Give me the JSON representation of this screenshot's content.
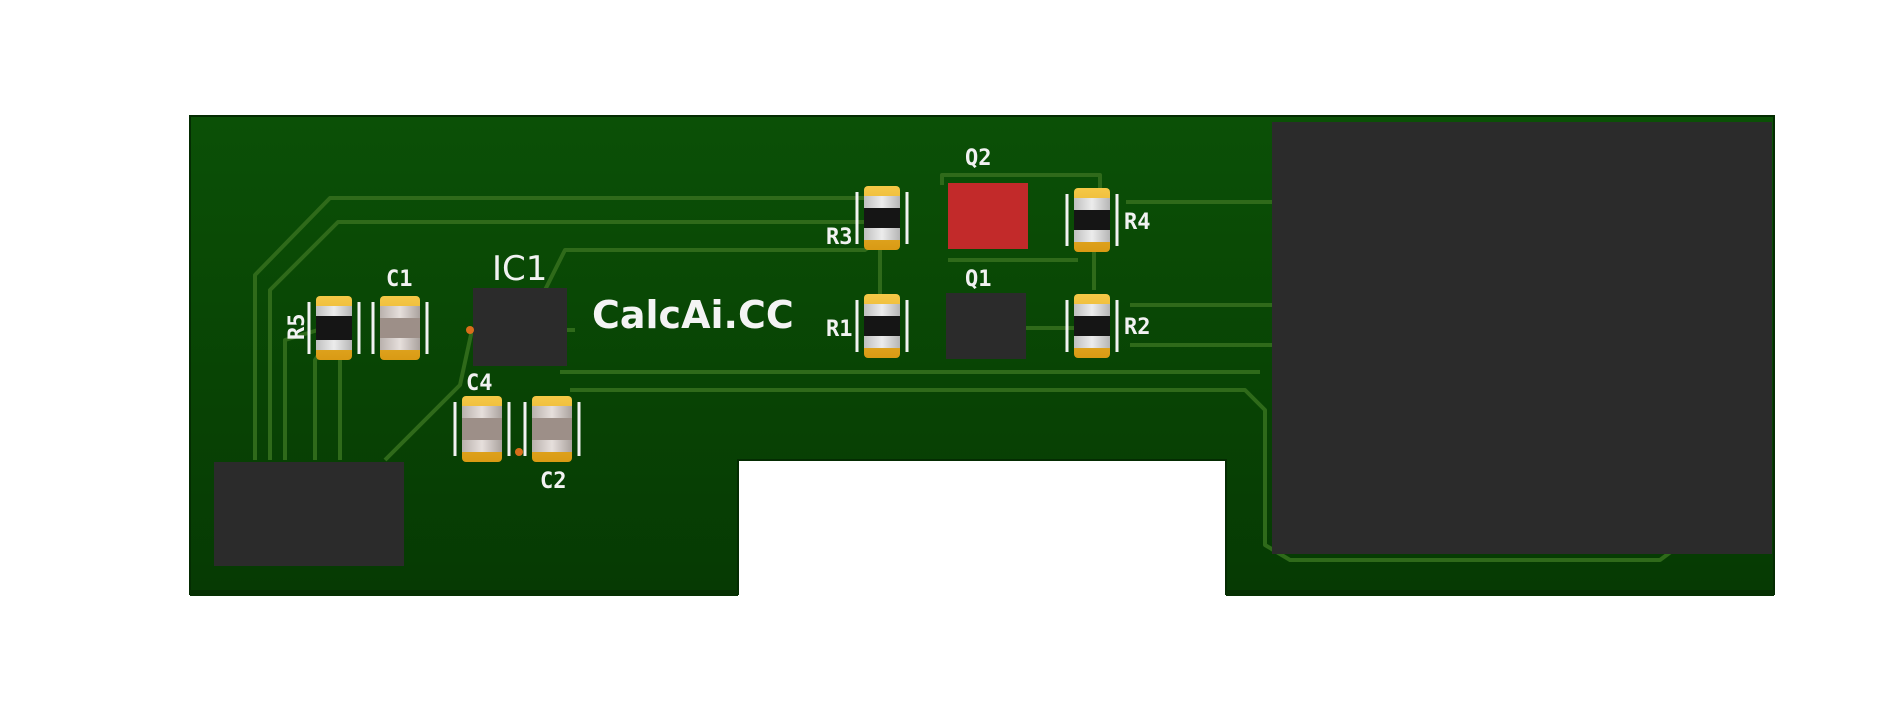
{
  "board": {
    "brand_text": "CalcAi.CC",
    "colors": {
      "soldermask": "#0a4a06",
      "trace": "#2f6a1a",
      "silkscreen": "#f2f2f2",
      "package": "#2b2b2b",
      "pad_gold": "#e9b123",
      "highlight_part": "#c22a2a"
    }
  },
  "labels": {
    "ic1": "IC1",
    "q1": "Q1",
    "q2": "Q2",
    "r1": "R1",
    "r2": "R2",
    "r3": "R3",
    "r4": "R4",
    "r5": "R5",
    "c1": "C1",
    "c2": "C2",
    "c4": "C4"
  },
  "components": [
    {
      "ref": "R5",
      "kind": "resistor"
    },
    {
      "ref": "C1",
      "kind": "capacitor"
    },
    {
      "ref": "IC1",
      "kind": "ic"
    },
    {
      "ref": "C4",
      "kind": "capacitor"
    },
    {
      "ref": "C2",
      "kind": "capacitor"
    },
    {
      "ref": "R3",
      "kind": "resistor"
    },
    {
      "ref": "R1",
      "kind": "resistor"
    },
    {
      "ref": "Q2",
      "kind": "transistor"
    },
    {
      "ref": "Q1",
      "kind": "transistor"
    },
    {
      "ref": "R4",
      "kind": "resistor"
    },
    {
      "ref": "R2",
      "kind": "resistor"
    }
  ]
}
